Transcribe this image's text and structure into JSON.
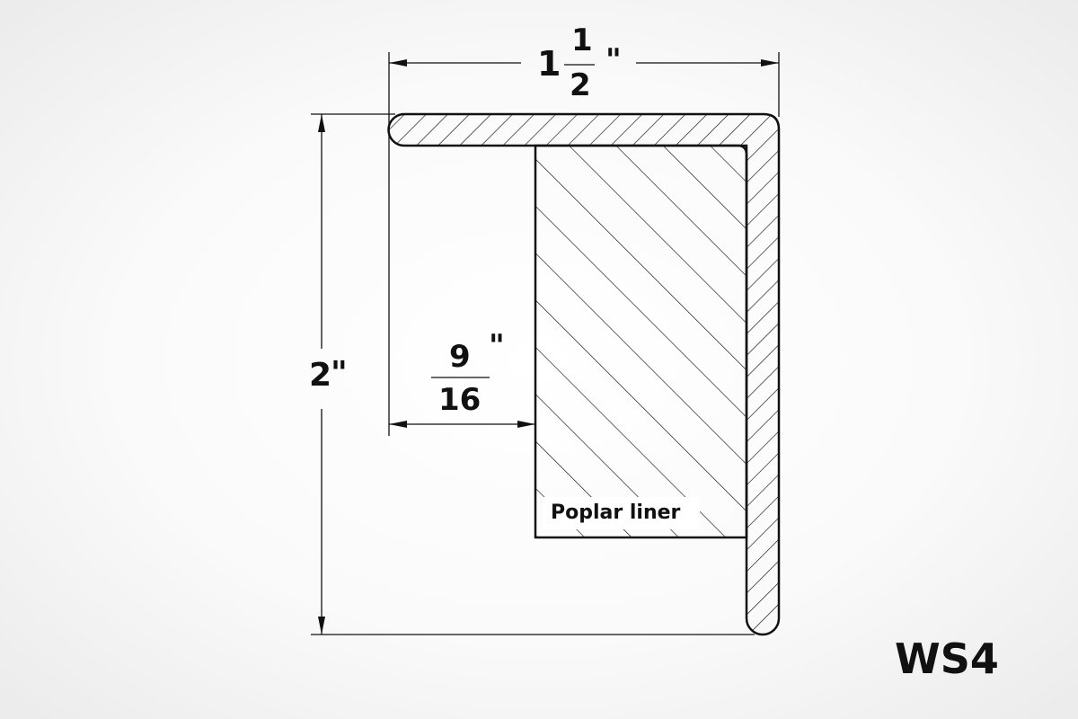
{
  "drawing": {
    "width_dimension": {
      "whole": "1",
      "numerator": "1",
      "denominator": "2",
      "unit": "\""
    },
    "height_dimension": {
      "value": "2",
      "unit": "\""
    },
    "offset_dimension": {
      "numerator": "9",
      "denominator": "16",
      "unit": "\""
    },
    "liner_label": "Poplar liner",
    "part_code": "WS4"
  }
}
